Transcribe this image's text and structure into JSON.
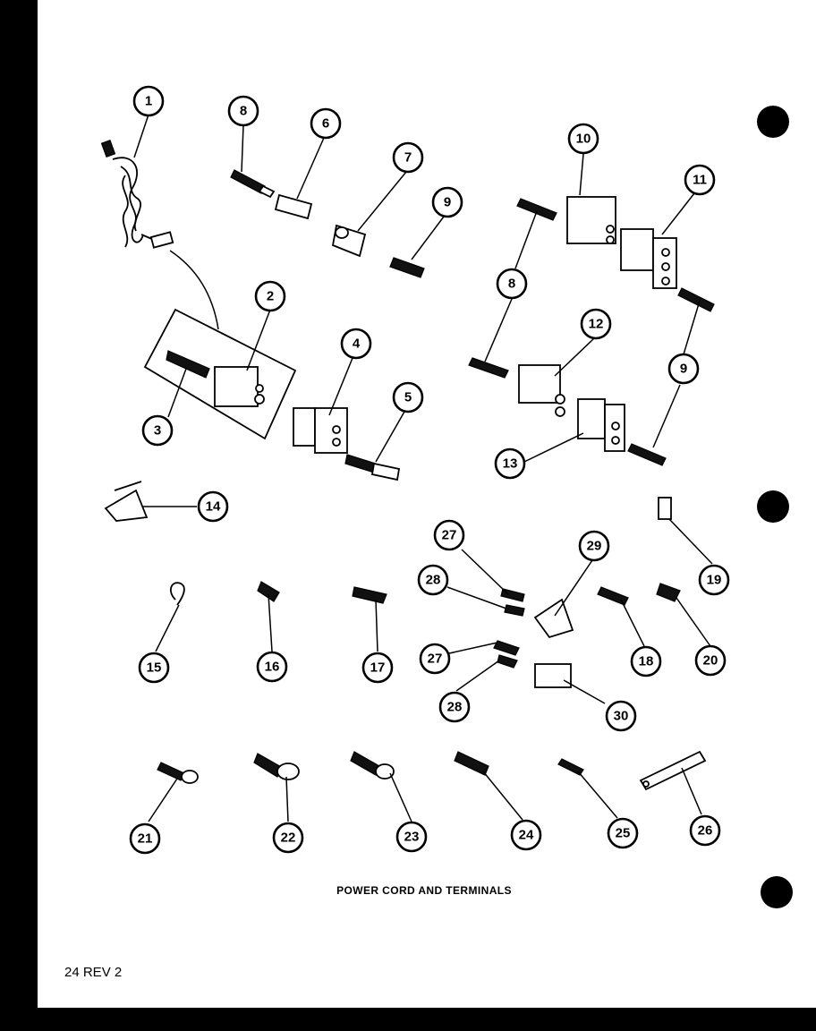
{
  "page": {
    "caption": "POWER CORD AND TERMINALS",
    "page_number": "24 REV 2"
  },
  "callouts": [
    "1",
    "2",
    "3",
    "4",
    "5",
    "6",
    "7",
    "8",
    "9",
    "10",
    "11",
    "12",
    "13",
    "14",
    "15",
    "16",
    "17",
    "18",
    "19",
    "20",
    "21",
    "22",
    "23",
    "24",
    "25",
    "26",
    "27",
    "28",
    "29",
    "30"
  ],
  "colors": {
    "ink": "#000000",
    "paper": "#ffffff",
    "background": "#000000"
  }
}
